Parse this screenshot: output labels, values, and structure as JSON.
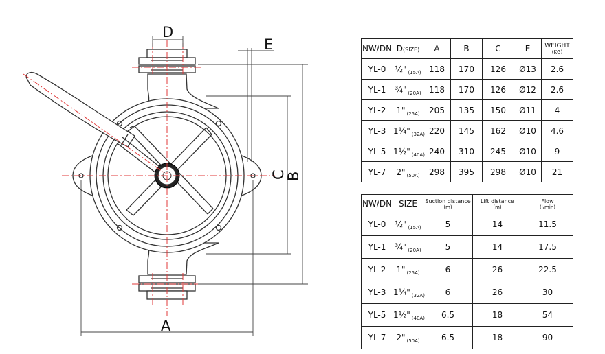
{
  "drawing": {
    "dimension_labels": {
      "A": "A",
      "B": "B",
      "C": "C",
      "D": "D",
      "E": "E"
    }
  },
  "dimension_table": {
    "headers": {
      "nw": "NW/DN",
      "d_main": "D",
      "d_unit": "(SIZE)",
      "a": "A",
      "b": "B",
      "c": "C",
      "e": "E",
      "weight": "WEIGHT",
      "weight_unit": "(KG)"
    },
    "rows": [
      {
        "model": "YL-0",
        "size": "½\"",
        "size_sub": "(15A)",
        "a": "118",
        "b": "170",
        "c": "126",
        "e": "Ø13",
        "weight": "2.6"
      },
      {
        "model": "YL-1",
        "size": "¾\"",
        "size_sub": "(20A)",
        "a": "118",
        "b": "170",
        "c": "126",
        "e": "Ø12",
        "weight": "2.6"
      },
      {
        "model": "YL-2",
        "size": "1\"",
        "size_sub": "(25A)",
        "a": "205",
        "b": "135",
        "c": "150",
        "e": "Ø11",
        "weight": "4"
      },
      {
        "model": "YL-3",
        "size": "1¼\"",
        "size_sub": "(32A)",
        "a": "220",
        "b": "145",
        "c": "162",
        "e": "Ø10",
        "weight": "4.6"
      },
      {
        "model": "YL-5",
        "size": "1½\"",
        "size_sub": "(40A)",
        "a": "240",
        "b": "310",
        "c": "245",
        "e": "Ø10",
        "weight": "9"
      },
      {
        "model": "YL-7",
        "size": "2\"",
        "size_sub": "(50A)",
        "a": "298",
        "b": "395",
        "c": "298",
        "e": "Ø10",
        "weight": "21"
      }
    ]
  },
  "flow_table": {
    "headers": {
      "nw": "NW/DN",
      "size": "SIZE",
      "suction": "Suction distance",
      "suction_unit": "(m)",
      "lift": "Lift distance",
      "lift_unit": "(m)",
      "flow": "Flow",
      "flow_unit": "(l/min)"
    },
    "rows": [
      {
        "model": "YL-0",
        "size": "½\"",
        "size_sub": "(15A)",
        "suction": "5",
        "lift": "14",
        "flow": "11.5"
      },
      {
        "model": "YL-1",
        "size": "¾\"",
        "size_sub": "(20A)",
        "suction": "5",
        "lift": "14",
        "flow": "17.5"
      },
      {
        "model": "YL-2",
        "size": "1\"",
        "size_sub": "(25A)",
        "suction": "6",
        "lift": "26",
        "flow": "22.5"
      },
      {
        "model": "YL-3",
        "size": "1¼\"",
        "size_sub": "(32A)",
        "suction": "6",
        "lift": "26",
        "flow": "30"
      },
      {
        "model": "YL-5",
        "size": "1½\"",
        "size_sub": "(40A)",
        "suction": "6.5",
        "lift": "18",
        "flow": "54"
      },
      {
        "model": "YL-7",
        "size": "2\"",
        "size_sub": "(50A)",
        "suction": "6.5",
        "lift": "18",
        "flow": "90"
      }
    ]
  }
}
